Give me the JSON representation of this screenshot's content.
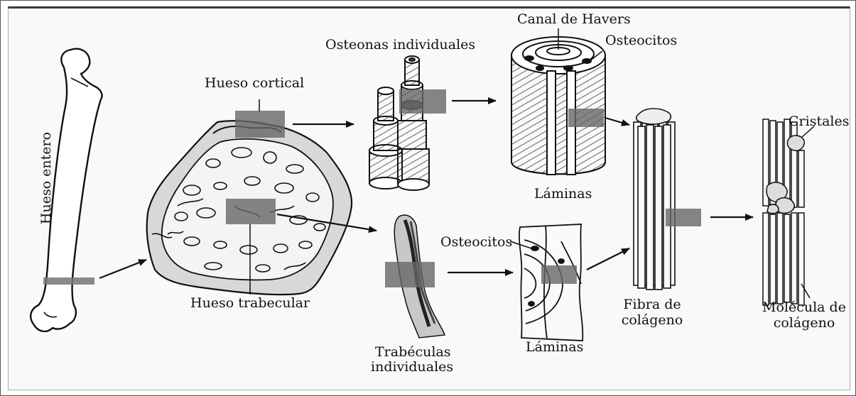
{
  "labels": {
    "whole_bone": "Hueso entero",
    "cortical": "Hueso cortical",
    "trabecular": "Hueso trabecular",
    "osteons": "Osteonas individuales",
    "havers": "Canal de Havers",
    "osteocytes_top": "Osteocitos",
    "lamellae_top": "Láminas",
    "trabeculae_l1": "Trabéculas",
    "trabeculae_l2": "individuales",
    "osteocytes_bottom": "Osteocitos",
    "lamellae_bottom": "Láminas",
    "fiber_l1": "Fibra de",
    "fiber_l2": "colágeno",
    "crystals": "Cristales",
    "molecule_l1": "Molécula de",
    "molecule_l2": "colágeno"
  }
}
